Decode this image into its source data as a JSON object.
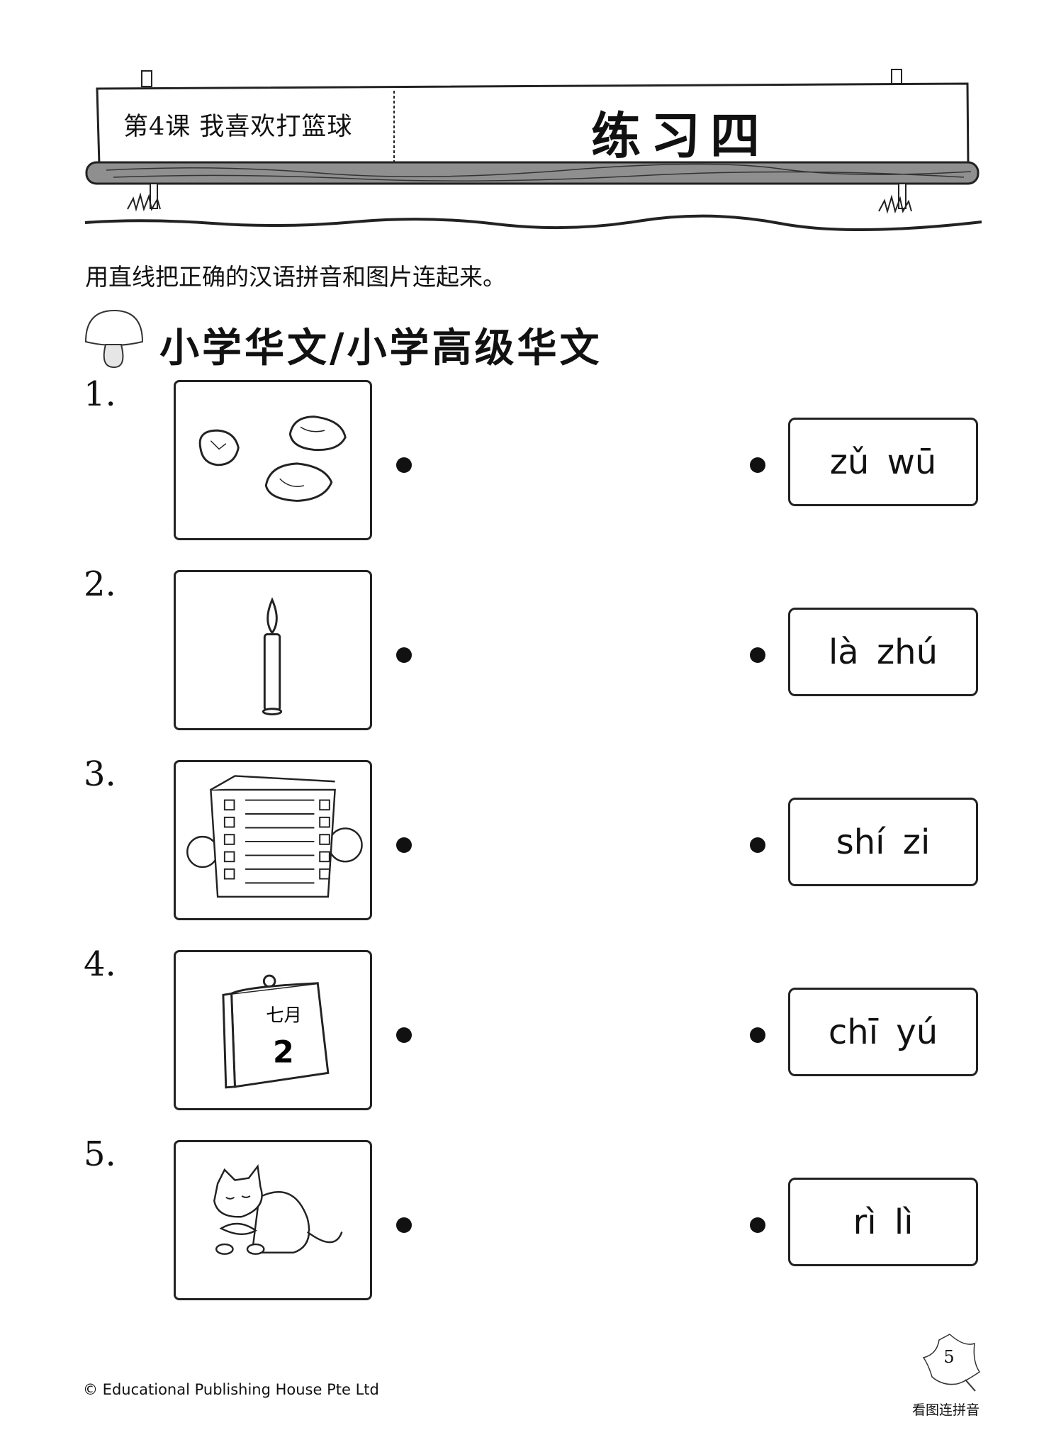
{
  "header": {
    "lesson": "第4课 我喜欢打篮球",
    "exercise_title": "练习四"
  },
  "instruction": "用直线把正确的汉语拼音和图片连起来。",
  "section_title": "小学华文/小学高级华文",
  "items": [
    {
      "number": "1.",
      "picture": "stones",
      "pinyin": "zǔ wū"
    },
    {
      "number": "2.",
      "picture": "candle",
      "pinyin": "là zhú"
    },
    {
      "number": "3.",
      "picture": "apartment-building",
      "pinyin": "shí zi"
    },
    {
      "number": "4.",
      "picture": "calendar",
      "pinyin": "chī yú"
    },
    {
      "number": "5.",
      "picture": "cat-eating-fish",
      "pinyin": "rì lì"
    }
  ],
  "calendar_text": {
    "month": "七月",
    "day": "2"
  },
  "footer": {
    "copyright": "© Educational Publishing House Pte Ltd",
    "page_number": "5",
    "topic": "看图连拼音"
  }
}
